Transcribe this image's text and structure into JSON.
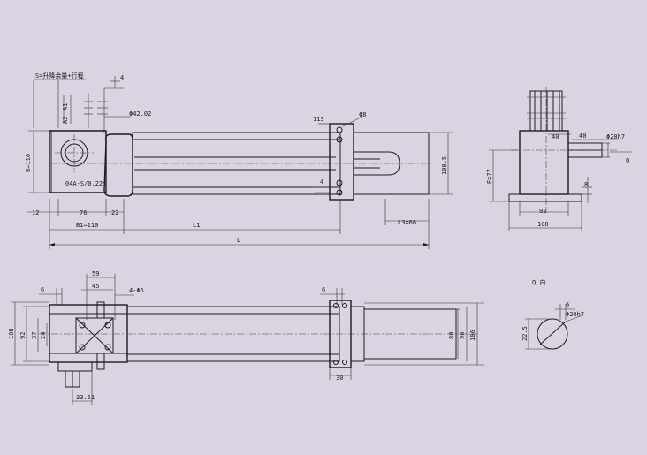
{
  "colors": {
    "background": "#dcd3e2",
    "line": "#1c1c1c"
  },
  "front_view": {
    "stroke_note": "S=升降余量+行程",
    "dim_top_4": "4",
    "label_a1": "A1",
    "label_a2": "A2",
    "dim_bore": "Φ42.02",
    "dim_height_b": "B=110",
    "model_note": "04A-S/0.22t",
    "dim_113": "113",
    "dim_hole": "Φ8",
    "dim_4": "4",
    "dim_108_5": "108.5",
    "dim_12": "12",
    "dim_76": "76",
    "dim_22": "22",
    "dim_b1": "B1=110",
    "dim_l1": "L1",
    "dim_l3": "L3=66",
    "dim_l": "L"
  },
  "side_view": {
    "dim_40a": "40",
    "dim_40b": "40",
    "dim_shaft": "Φ20h7",
    "label_q": "Q",
    "dim_e": "E=77",
    "dim_8": "8",
    "dim_92": "92",
    "dim_108": "108"
  },
  "plan_view": {
    "dim_6a": "6",
    "dim_59": "59",
    "dim_45": "45",
    "dim_holes": "4-Φ5",
    "dim_6b": "6",
    "dim_108": "108",
    "dim_92": "92",
    "dim_37": "37",
    "dim_24": "24",
    "dim_80": "80",
    "dim_96": "96",
    "dim_106": "106",
    "dim_30": "30",
    "dim_33_51": "33.51"
  },
  "q_view": {
    "title": "Q 向",
    "dim_6": "6",
    "dim_shaft": "Φ20h7",
    "dim_22_5": "22.5"
  }
}
